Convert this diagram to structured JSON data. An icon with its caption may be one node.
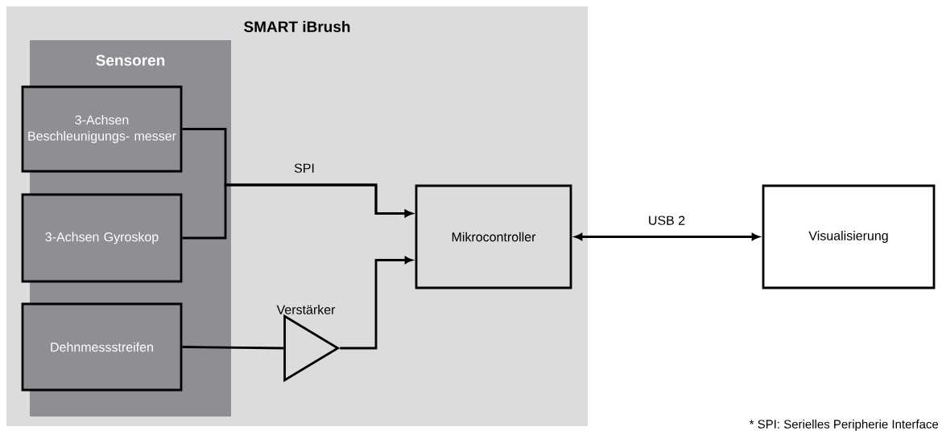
{
  "diagram": {
    "nodes": [
      {
        "text": [
          "SMART iBrush"
        ]
      },
      {
        "text": [
          "Sensoren"
        ],
        "in": 0
      },
      {
        "text": [
          "3-Achsen Beschleunigungs- messer"
        ],
        "in": 1
      },
      {
        "text": [
          "3-Achsen Gyroskop"
        ],
        "in": 1
      },
      {
        "text": [
          "Dehnmessstreifen"
        ],
        "in": 1
      },
      {
        "text": [
          "Mikrocontroller"
        ],
        "in": 0
      },
      {
        "text": [
          "Visualisierung"
        ]
      },
      {
        "text": [],
        "shape": "triangle",
        "in": 0,
        "beside": [
          "Verstärker"
        ]
      }
    ],
    "edges": [
      {
        "from": 2,
        "to": 5,
        "arrow": "to",
        "label": "SPI"
      },
      {
        "from": 3,
        "to": 5,
        "arrow": "to"
      },
      {
        "from": 4,
        "to": 7,
        "arrow": "none"
      },
      {
        "from": 7,
        "to": 5,
        "arrow": "to"
      },
      {
        "from": 5,
        "to": 6,
        "arrow": "both",
        "label": "USB 2"
      }
    ],
    "labels": [
      "* SPI: Serielles Peripherie Interface"
    ]
  }
}
